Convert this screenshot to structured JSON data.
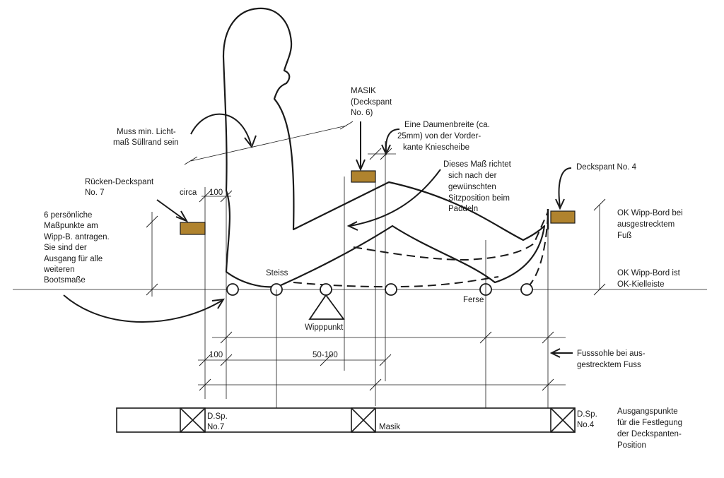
{
  "colors": {
    "line": "#1a1a1a",
    "deckbeam_fill": "#b0832e",
    "background": "#ffffff"
  },
  "labels": {
    "muss_line1": "Muss min. Licht-",
    "muss_line2": "maß Süllrand sein",
    "masik_line1": "MASIK",
    "masik_line2": "(Deckspant",
    "masik_line3": "No. 6)",
    "daumen_line1": "Eine Daumenbreite (ca.",
    "daumen_line2": "25mm) von der Vorder-",
    "daumen_line3": "kante Kniescheibe",
    "dieses_line1": "Dieses Maß richtet",
    "dieses_line2": "sich nach der",
    "dieses_line3": "gewünschten",
    "dieses_line4": "Sitzposition beim",
    "dieses_line5": "Paddeln",
    "deckspant4": "Deckspant No. 4",
    "ruecken_line1": "Rücken-Deckspant",
    "ruecken_line2": "No. 7",
    "circa": "circa",
    "dim_100_top": "100",
    "persoenlich_line1": "6 persönliche",
    "persoenlich_line2": "Maßpunkte am",
    "persoenlich_line3": "Wipp-B. antragen.",
    "persoenlich_line4": "Sie sind der",
    "persoenlich_line5": "Ausgang für alle",
    "persoenlich_line6": "weiteren",
    "persoenlich_line7": "Bootsmaße",
    "ok_bord_line1": "OK Wipp-Bord bei",
    "ok_bord_line2": "ausgestrecktem",
    "ok_bord_line3": "Fuß",
    "ok_kiel_line1": "OK Wipp-Bord ist",
    "ok_kiel_line2": "OK-Kielleiste",
    "steiss": "Steiss",
    "ferse": "Ferse",
    "wipppunkt": "Wipppunkt",
    "dim_100_bottom": "100",
    "dim_50_100": "50-100",
    "fusssohle_line1": "Fusssohle bei aus-",
    "fusssohle_line2": "gestrecktem Fuss",
    "dsp7_line1": "D.Sp.",
    "dsp7_line2": "No.7",
    "masik_box": "Masik",
    "dsp4_line1": "D.Sp.",
    "dsp4_line2": "No.4",
    "ausgang_line1": "Ausgangspunkte",
    "ausgang_line2": "für die Festlegung",
    "ausgang_line3": "der Deckspanten-",
    "ausgang_line4": "Position"
  }
}
